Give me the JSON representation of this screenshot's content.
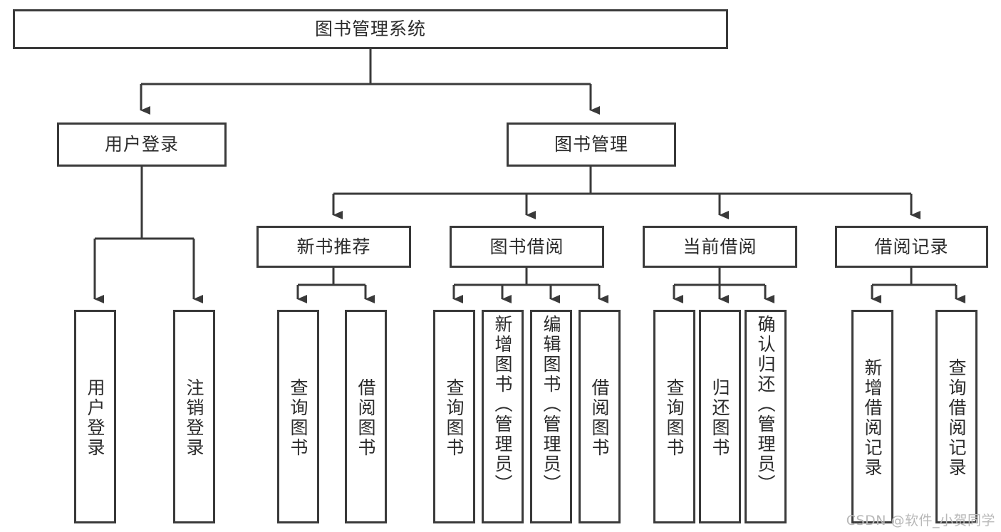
{
  "diagram": {
    "type": "tree-hierarchy-flowchart",
    "title": "图书管理系统",
    "root": {
      "id": "root",
      "label": "图书管理系统"
    },
    "level2": [
      {
        "id": "user-login",
        "label": "用户登录"
      },
      {
        "id": "book-management",
        "label": "图书管理"
      }
    ],
    "level3": [
      {
        "id": "new-book-recommend",
        "label": "新书推荐",
        "parent": "book-management"
      },
      {
        "id": "book-borrow",
        "label": "图书借阅",
        "parent": "book-management"
      },
      {
        "id": "current-borrow",
        "label": "当前借阅",
        "parent": "book-management"
      },
      {
        "id": "borrow-record",
        "label": "借阅记录",
        "parent": "book-management"
      }
    ],
    "leaves": [
      {
        "id": "leaf-user-login",
        "label": "用户登录",
        "parent": "user-login"
      },
      {
        "id": "leaf-user-logout",
        "label": "注销登录",
        "parent": "user-login"
      },
      {
        "id": "leaf-query-book-1",
        "label": "查询图书",
        "parent": "new-book-recommend"
      },
      {
        "id": "leaf-borrow-book-1",
        "label": "借阅图书",
        "parent": "new-book-recommend"
      },
      {
        "id": "leaf-query-book-2",
        "label": "查询图书",
        "parent": "book-borrow"
      },
      {
        "id": "leaf-add-book",
        "label": "新增图书（管理员）",
        "parent": "book-borrow"
      },
      {
        "id": "leaf-edit-book",
        "label": "编辑图书（管理员）",
        "parent": "book-borrow"
      },
      {
        "id": "leaf-borrow-book-2",
        "label": "借阅图书",
        "parent": "book-borrow"
      },
      {
        "id": "leaf-query-book-3",
        "label": "查询图书",
        "parent": "current-borrow"
      },
      {
        "id": "leaf-return-book",
        "label": "归还图书",
        "parent": "current-borrow"
      },
      {
        "id": "leaf-confirm-return",
        "label": "确认归还（管理员）",
        "parent": "current-borrow"
      },
      {
        "id": "leaf-add-record",
        "label": "新增借阅记录",
        "parent": "borrow-record"
      },
      {
        "id": "leaf-query-record",
        "label": "查询借阅记录",
        "parent": "borrow-record"
      }
    ],
    "colors": {
      "border": "#3a3a3a",
      "background": "#ffffff",
      "text": "#2b2b2b",
      "watermark": "#b8b8b8"
    }
  },
  "watermark": {
    "text": "CSDN @软件_小贺同学"
  }
}
